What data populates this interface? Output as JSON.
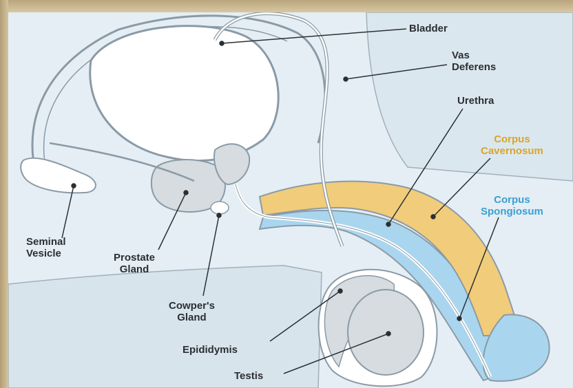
{
  "labels": {
    "bladder": "Bladder",
    "vas_deferens": [
      "Vas",
      "Deferens"
    ],
    "urethra": "Urethra",
    "corpus_cavernosum": [
      "Corpus",
      "Cavernosum"
    ],
    "corpus_spongiosum": [
      "Corpus",
      "Spongiosum"
    ],
    "seminal_vesicle": [
      "Seminal",
      "Vesicle"
    ],
    "prostate_gland": [
      "Prostate",
      "Gland"
    ],
    "cowpers_gland": [
      "Cowper's",
      "Gland"
    ],
    "epididymis": "Epididymis",
    "testis": "Testis"
  },
  "colors": {
    "background": "#e4eef4",
    "outline": "#8a9aa6",
    "organ_fill": "#ffffff",
    "gland_fill": "#d6dcdf",
    "cavernosum": "#f1cc7a",
    "spongiosum": "#a9d6ee",
    "leader": "#2b2f33",
    "label_yellow": "#d9a527",
    "label_blue": "#3a9fd3"
  }
}
